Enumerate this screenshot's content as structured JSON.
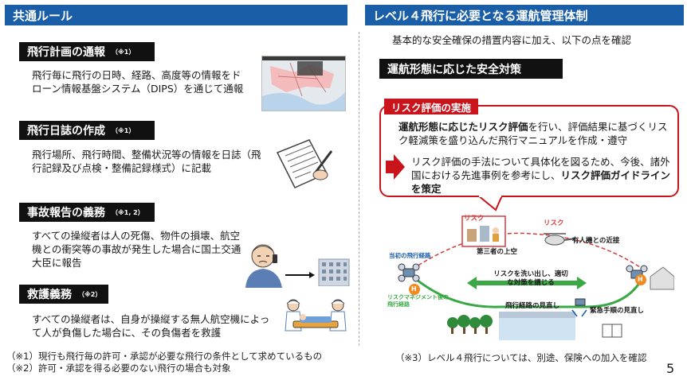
{
  "left": {
    "header": "共通ルール",
    "sections": [
      {
        "title": "飛行計画の通報",
        "note": "（※1）",
        "body": "飛行毎に飛行の日時、経路、高度等の情報をドローン情報基盤システム（DIPS）を通じて通報"
      },
      {
        "title": "飛行日誌の作成",
        "note": "（※1）",
        "body": "飛行場所、飛行時間、整備状況等の情報を日誌（飛行記録及び点検・整備記録様式）に記載"
      },
      {
        "title": "事故報告の義務",
        "note": "（※1, 2）",
        "body": "すべての操縦者は人の死傷、物件の損壊、航空機との衝突等の事故が発生した場合に国土交通大臣に報告"
      },
      {
        "title": "救護義務",
        "note": "（※2）",
        "body": "すべての操縦者は、自身が操縦する無人航空機によって人が負傷した場合に、その負傷者を救護"
      }
    ],
    "footnotes": [
      "（※1）現行も飛行毎の許可・承認が必要な飛行の条件として求めているもの",
      "（※2）許可・承認を得る必要のない飛行の場合も対象"
    ]
  },
  "right": {
    "header": "レベル４飛行に必要となる運航管理体制",
    "intro": "基本的な安全確保の措置内容に加え、以下の点を確認",
    "sub_header": "運航形態に応じた安全対策",
    "risk_box": {
      "tag": "リスク評価の実施",
      "line1_bold": "運航形態に応じたリスク評価",
      "line1_rest": "を行い、評価結果に基づくリスク軽減策を盛り込んだ飛行マニュアルを作成・遵守",
      "line2_pre": "リスク評価の手法について具体化を図るため、今後、諸外国における先進事例を参考にし、",
      "line2_bold": "リスク評価ガイドラインを策定"
    },
    "diagram": {
      "risk1": "リスク",
      "risk1_caption": "第三者の上空",
      "risk2": "リスク",
      "risk2_caption": "有人機との近接",
      "route_planned": "当初の飛行経路",
      "route_mitigated": "リスクマネジメント後の飛行経路",
      "center_text": "リスクを洗い出し、適切な対策を講じる",
      "route_review": "飛行経路の見直し",
      "emergency": "緊急手順の見直し",
      "helipad": "H"
    },
    "footnote": "（※3）レベル４飛行については、別途、保険への加入を確認"
  },
  "page_number": "5"
}
